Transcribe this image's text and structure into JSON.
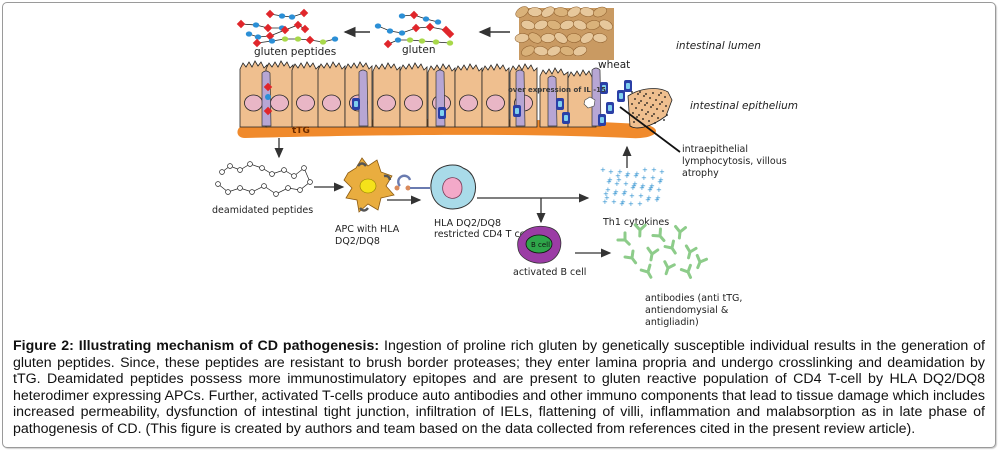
{
  "figure": {
    "labels": {
      "gluten_peptides": "gluten peptides",
      "gluten": "gluten",
      "wheat": "wheat",
      "intestinal_lumen": "intestinal lumen",
      "intestinal_epithelium": "intestinal epithelium",
      "il15": "over expression of IL -15",
      "ttg": "tTG",
      "iel_line1": "intraepithelial",
      "iel_line2": "lymphocytosis, villous",
      "iel_line3": "atrophy",
      "deamidated_peptides": "deamidated peptides",
      "apc_line1": "APC with HLA",
      "apc_line2": "DQ2/DQ8",
      "tcell_line1": "HLA DQ2/DQ8",
      "tcell_line2": "restricted CD4 T cell",
      "th1": "Th1 cytokines",
      "bcell_inner": "B cell",
      "bcell": "activated B cell",
      "antibodies_line1": "antibodies (anti tTG,",
      "antibodies_line2": "antiendomysial &",
      "antibodies_line3": "antigliadin)"
    },
    "colors": {
      "villus": "#efbf8f",
      "nucleus": "#e9b6c6",
      "lamina": "#f08a2c",
      "iel_purple": "#b7a6d4",
      "iel_dark": "#2a3fa6",
      "iel_light": "#7fd0ee",
      "peptide_red": "#e0262b",
      "peptide_blue": "#2b8fd6",
      "peptide_green": "#a8d84a",
      "apc": "#e9ad3f",
      "apc_nucleus": "#f5e21a",
      "tcell": "#a9dbe9",
      "tcell_nucleus": "#f3a9c9",
      "bcell_outer": "#9b3ca5",
      "bcell_inner": "#2fa64a",
      "cytokine": "#2a8fcf",
      "antibody": "#8dcc8a"
    }
  },
  "caption": {
    "title": "Figure 2: Illustrating mechanism of CD pathogenesis:",
    "body": " Ingestion of proline rich gluten by genetically susceptible individual results in the generation of gluten peptides. Since, these peptides are resistant to brush border proteases; they enter lamina propria and undergo crosslinking and deamidation by tTG. Deamidated peptides possess more immunostimulatory epitopes and are present to gluten reactive population of CD4 T-cell by HLA DQ2/DQ8 heterodimer expressing APCs. Further, activated T-cells produce auto antibodies and other immuno components that lead to tissue damage which includes increased permeability, dysfunction of intestinal tight junction, infiltration of IELs, flattening of villi, inflammation and malabsorption as in late phase of pathogenesis of CD. (This figure is created by authors and team based on the data collected from references cited in the present review article)."
  }
}
